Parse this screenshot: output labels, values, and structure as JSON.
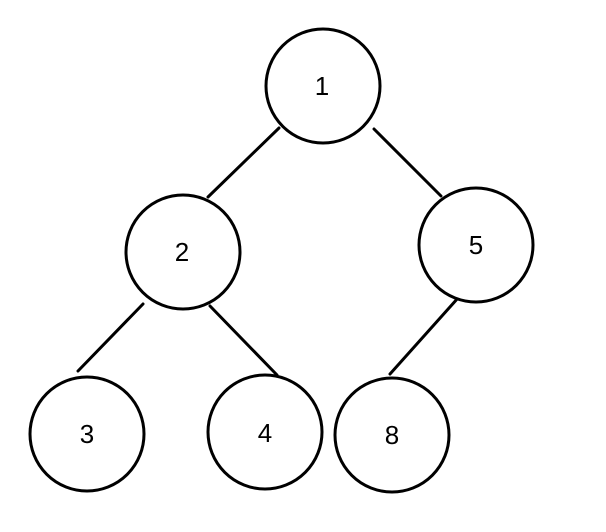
{
  "tree": {
    "nodes": [
      {
        "id": "n1",
        "label": "1"
      },
      {
        "id": "n2",
        "label": "2"
      },
      {
        "id": "n5",
        "label": "5"
      },
      {
        "id": "n3",
        "label": "3"
      },
      {
        "id": "n4",
        "label": "4"
      },
      {
        "id": "n8",
        "label": "8"
      }
    ],
    "edges": [
      {
        "from": "n1",
        "to": "n2"
      },
      {
        "from": "n1",
        "to": "n5"
      },
      {
        "from": "n2",
        "to": "n3"
      },
      {
        "from": "n2",
        "to": "n4"
      },
      {
        "from": "n5",
        "to": "n8"
      }
    ],
    "colors": {
      "stroke": "#000000",
      "node_fill": "#ffffff",
      "background": "#ffffff"
    }
  }
}
